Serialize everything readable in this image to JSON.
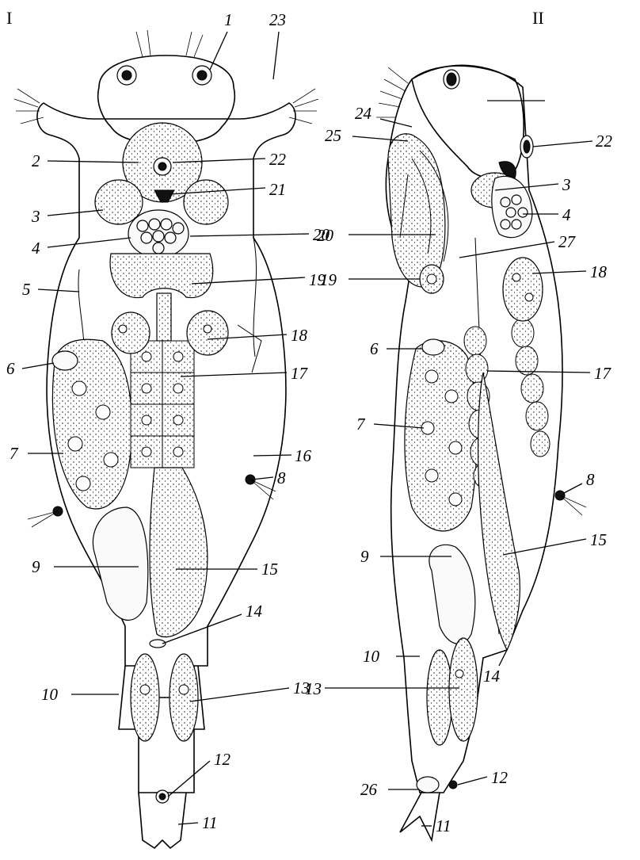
{
  "panels": {
    "left": "I",
    "right": "II"
  },
  "left_labels": {
    "l1": "1",
    "l23": "23",
    "l2": "2",
    "l22": "22",
    "l21": "21",
    "l3": "3",
    "l20": "20",
    "l4": "4",
    "l19": "19",
    "l5": "5",
    "l18": "18",
    "l6": "6",
    "l17": "17",
    "l7": "7",
    "l16": "16",
    "l8": "8",
    "l9": "9",
    "l15": "15",
    "l14": "14",
    "l10": "10",
    "l13": "13",
    "l12": "12",
    "l11": "11"
  },
  "right_labels": {
    "l24": "24",
    "l25": "25",
    "l22": "22",
    "l3": "3",
    "l4": "4",
    "l20": "20",
    "l27": "27",
    "l19": "19",
    "l18": "18",
    "l6": "6",
    "l17": "17",
    "l7": "7",
    "l8": "8",
    "l9": "9",
    "l15": "15",
    "l10": "10",
    "l14": "14",
    "l13": "13",
    "l12": "12",
    "l26": "26",
    "l11": "11"
  }
}
